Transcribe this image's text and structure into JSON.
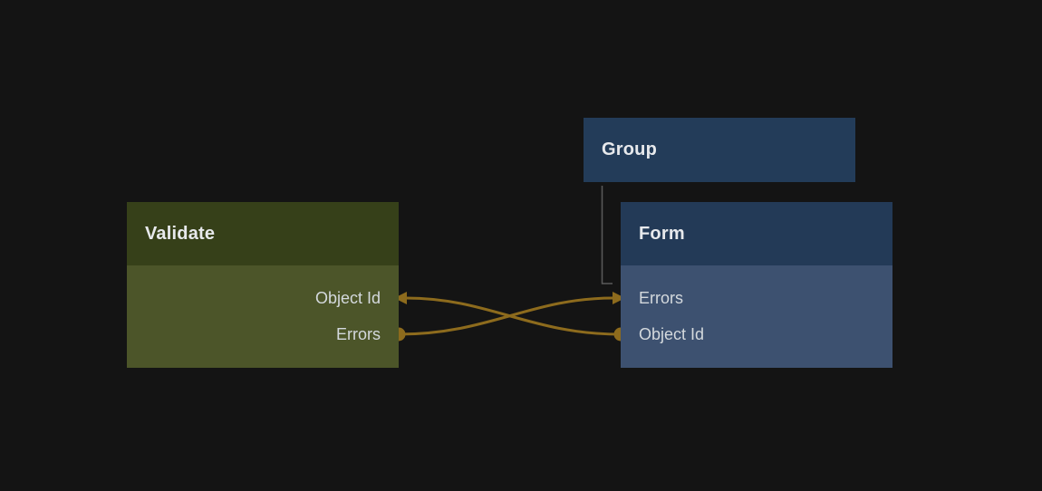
{
  "canvas": {
    "background": "#141414"
  },
  "colors": {
    "background": "#141414",
    "group_header_bg": "#233c59",
    "form_header_bg": "#233a57",
    "form_body_bg": "#3d5170",
    "validate_header_bg": "#364019",
    "validate_body_bg": "#4c5529",
    "title_text": "#e7e9ec",
    "row_text": "#d4d9dd",
    "connection": "#8d6b1d",
    "group_link": "#5a5a5a"
  },
  "nodes": {
    "group": {
      "title": "Group"
    },
    "validate": {
      "title": "Validate",
      "ports": [
        {
          "label": "Object Id",
          "side": "right",
          "kind": "input-arrow"
        },
        {
          "label": "Errors",
          "side": "right",
          "kind": "output-dot"
        }
      ]
    },
    "form": {
      "title": "Form",
      "ports": [
        {
          "label": "Errors",
          "side": "left",
          "kind": "input-arrow"
        },
        {
          "label": "Object Id",
          "side": "left",
          "kind": "output-dot"
        }
      ]
    }
  },
  "connections": [
    {
      "from": "Validate.Errors",
      "to": "Form.Errors"
    },
    {
      "from": "Form.Object Id",
      "to": "Validate.Object Id"
    },
    {
      "from": "Group",
      "to": "Form",
      "style": "group-link"
    }
  ]
}
